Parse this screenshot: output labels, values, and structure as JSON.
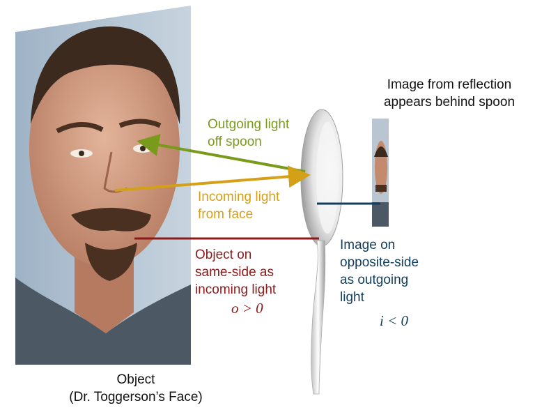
{
  "labels": {
    "image_reflection_line1": "Image from reflection",
    "image_reflection_line2": "appears behind spoon",
    "outgoing_line1": "Outgoing light",
    "outgoing_line2": "off spoon",
    "incoming_line1": "Incoming light",
    "incoming_line2": "from face",
    "object_side_line1": "Object on",
    "object_side_line2": "same-side as",
    "object_side_line3": "incoming light",
    "object_condition": "o > 0",
    "image_side_line1": "Image on",
    "image_side_line2": "opposite-side",
    "image_side_line3": "as outgoing",
    "image_side_line4": "light",
    "image_condition": "i < 0",
    "object_caption_line1": "Object",
    "object_caption_line2": "(Dr. Toggerson’s Face)"
  },
  "colors": {
    "outgoing": "#7a9a1c",
    "incoming": "#d4a017",
    "object_side": "#8b1a1a",
    "image_side": "#123d5c",
    "text": "#111111"
  },
  "icons": {
    "face_photo": "face-photo-icon",
    "spoon": "spoon-icon",
    "reflected_image": "reflected-image-icon"
  }
}
